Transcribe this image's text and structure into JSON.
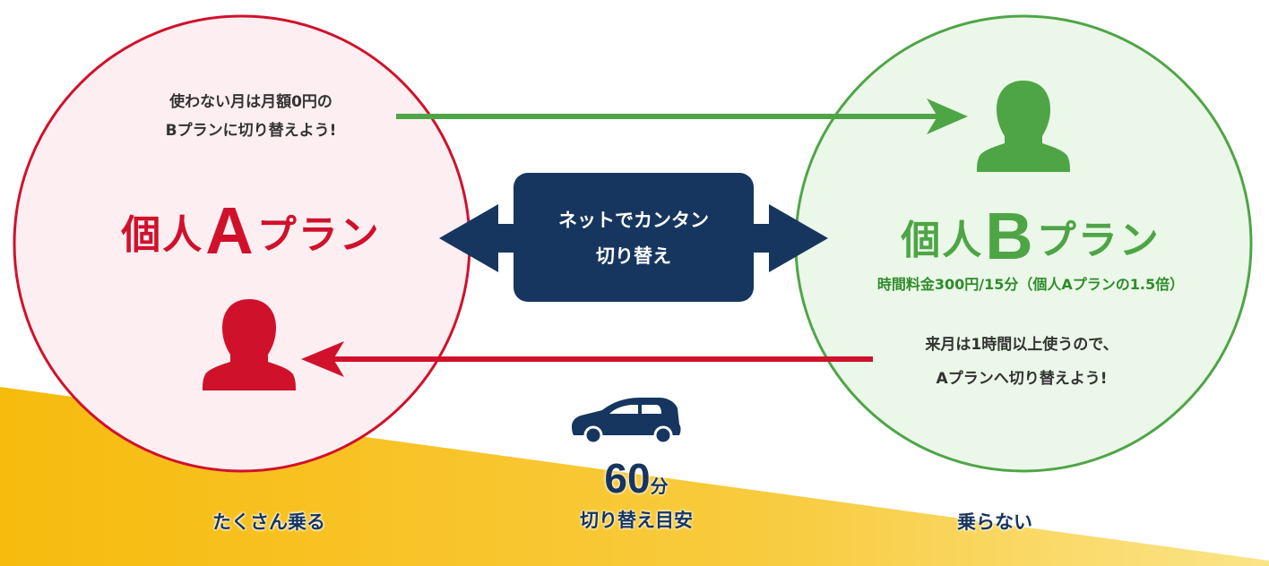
{
  "colors": {
    "plan_a": "#d0112b",
    "plan_a_fill": "#fdeef1",
    "plan_b": "#4ea546",
    "plan_b_fill": "#ebf7e8",
    "switch_box": "#16365f",
    "ground": "#f7bd14",
    "text_dark": "#333333"
  },
  "plan_a": {
    "message_line1": "使わない月は月額0円の",
    "message_line2": "Bプランに切り替えよう!",
    "title_prefix": "個人",
    "title_letter": "A",
    "title_suffix": "プラン",
    "user_icon": "person-icon"
  },
  "plan_b": {
    "title_prefix": "個人",
    "title_letter": "B",
    "title_suffix": "プラン",
    "price_note": "時間料金300円/15分（個人Aプランの1.5倍）",
    "message_line1": "来月は1時間以上使うので、",
    "message_line2": "Aプランへ切り替えよう!",
    "user_icon": "person-icon"
  },
  "switch": {
    "line1": "ネットでカンタン",
    "line2": "切り替え"
  },
  "bottom": {
    "heavy_label": "たくさん乗る",
    "light_label": "乗らない",
    "minutes_value": "60",
    "minutes_unit": "分",
    "minutes_caption": "切り替え目安",
    "car_icon": "car-icon"
  }
}
